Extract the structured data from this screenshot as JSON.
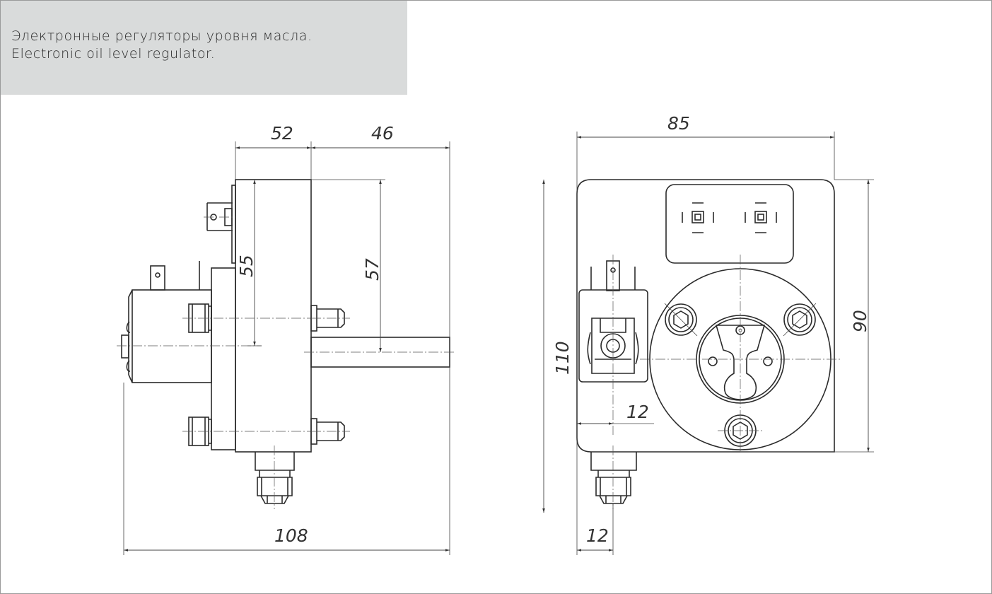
{
  "title": {
    "line_ru": "Электронные регуляторы уровня масла.",
    "line_en": "Electronic oil level regulator."
  },
  "dimensions": {
    "side_view": {
      "width_52": "52",
      "width_46": "46",
      "height_55": "55",
      "height_57": "57",
      "overall_108": "108"
    },
    "front_view": {
      "width_85": "85",
      "height_90": "90",
      "height_110": "110",
      "offset_12_mid": "12",
      "offset_12_bottom": "12"
    }
  }
}
